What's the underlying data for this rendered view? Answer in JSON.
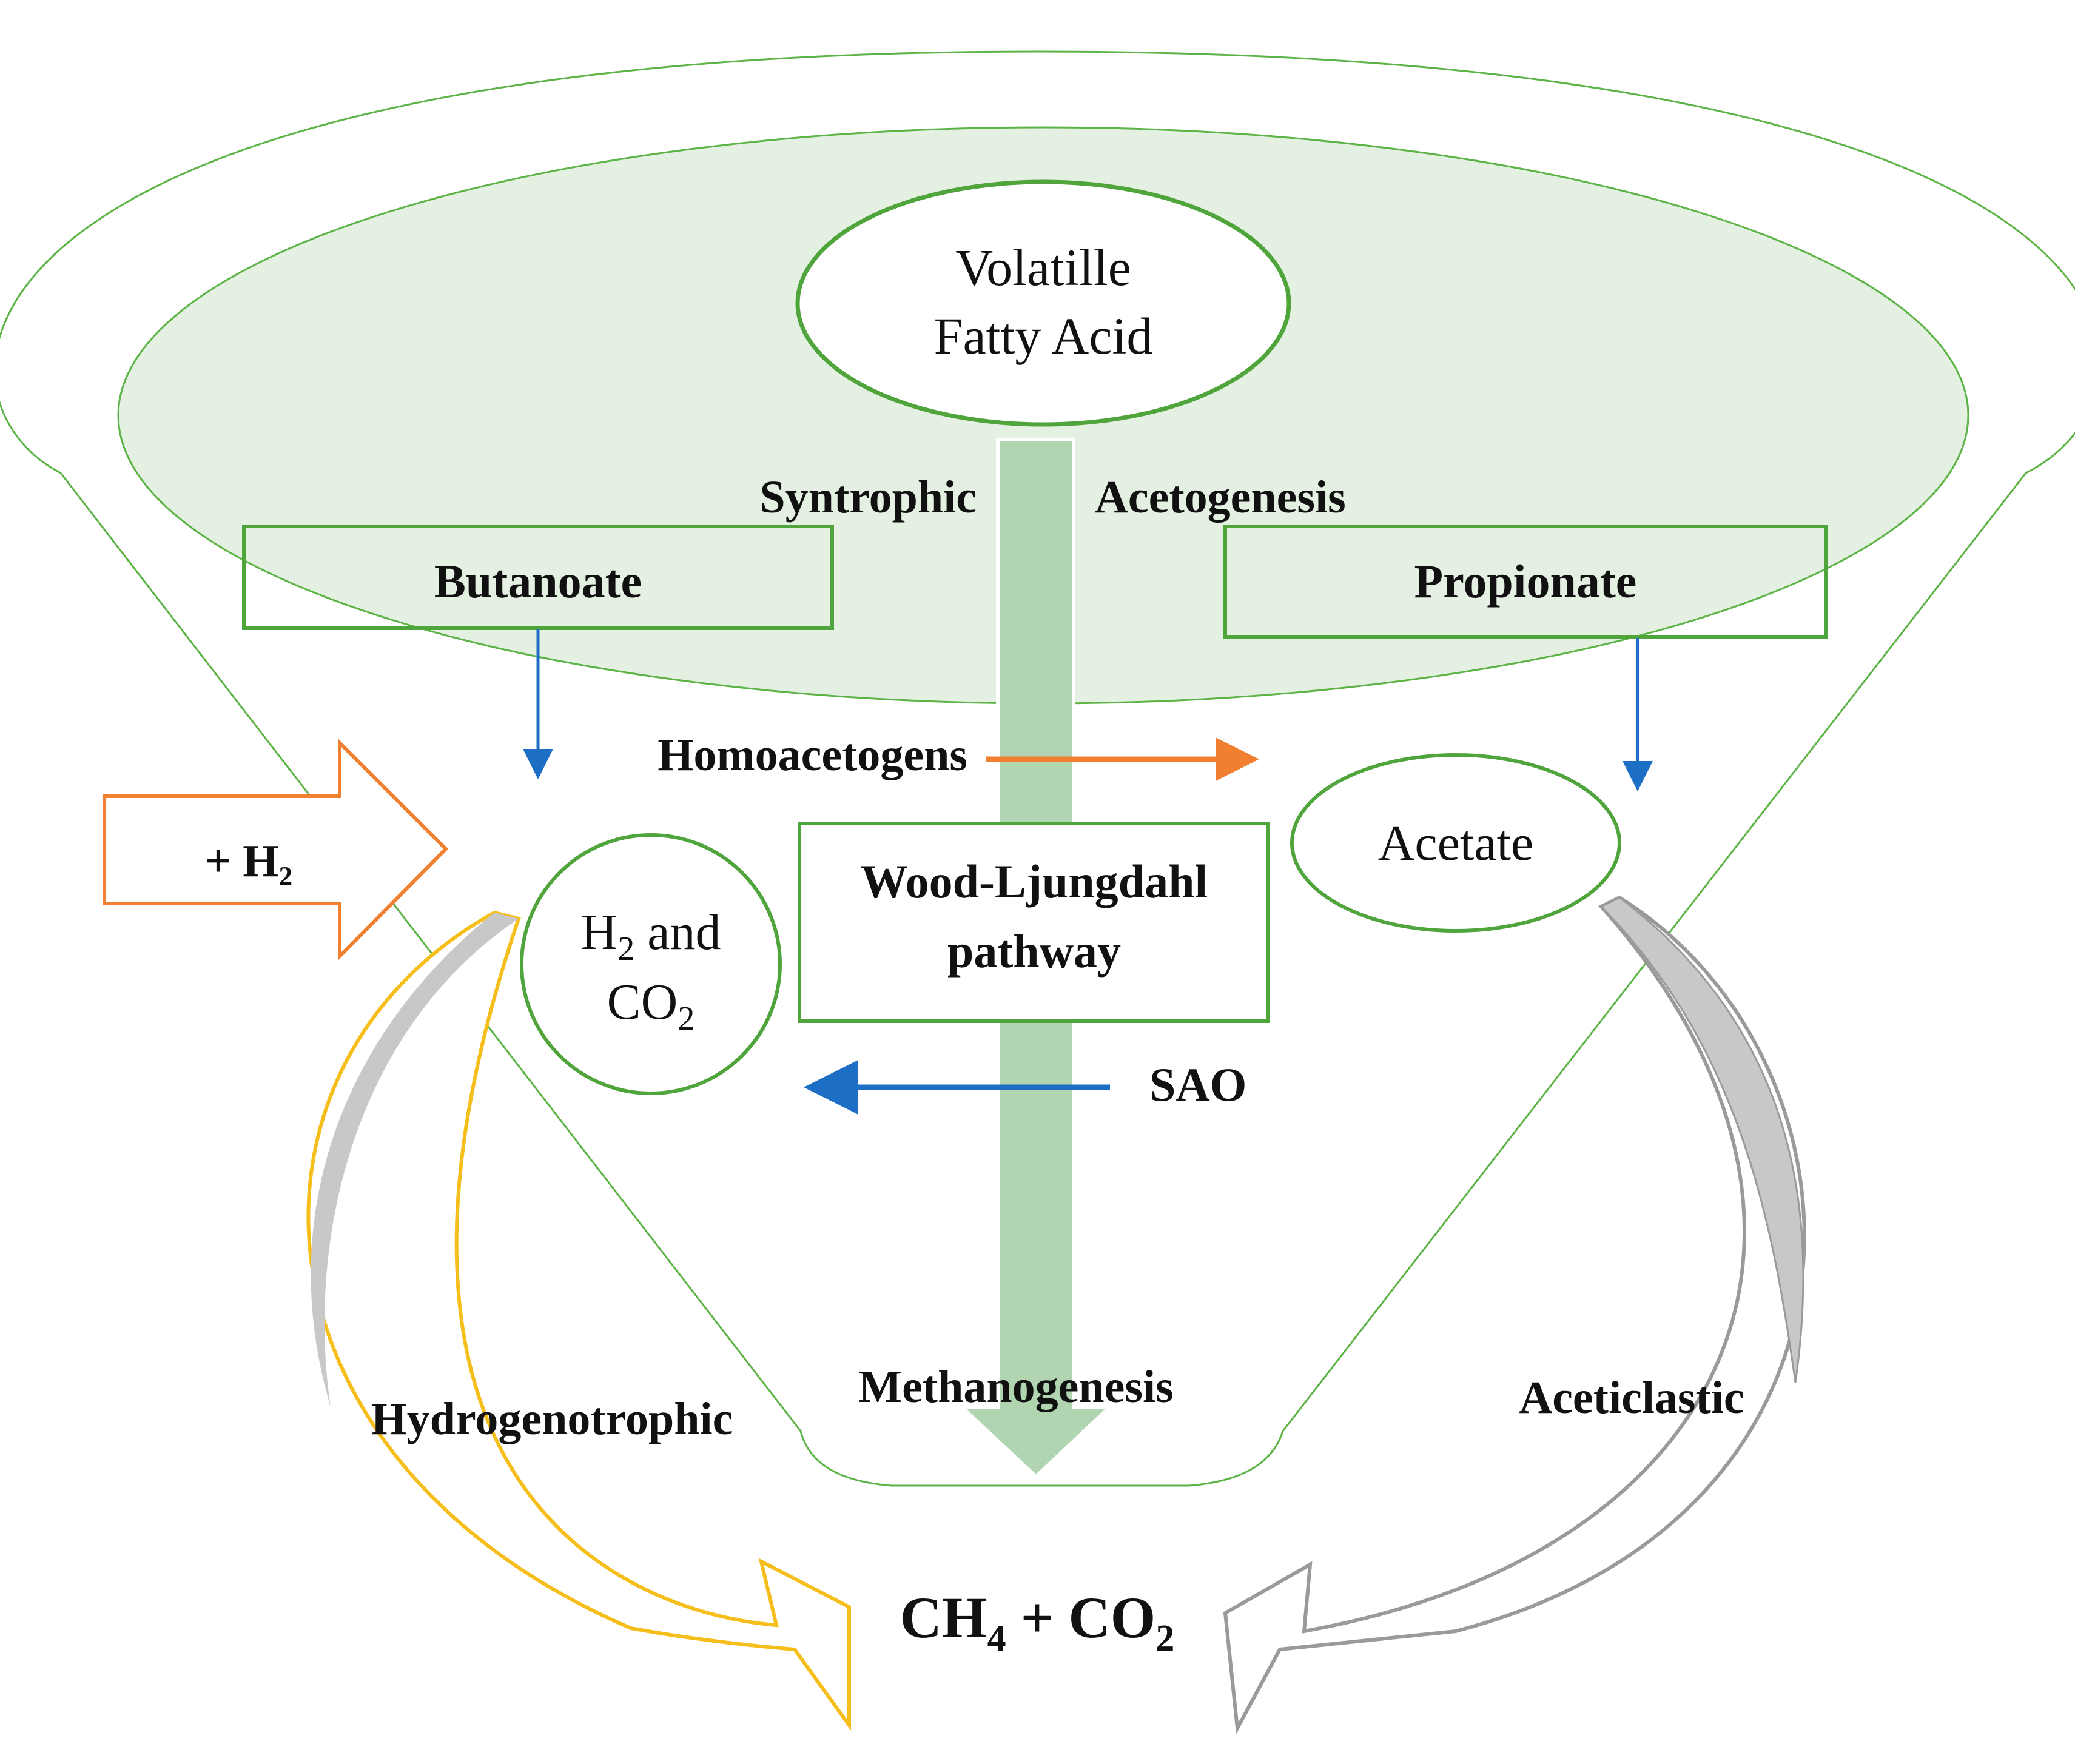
{
  "nodes": {
    "vfa_line1": "Volatille",
    "vfa_line2": "Fatty Acid",
    "butanoate": "Butanoate",
    "propionate": "Propionate",
    "acetate": "Acetate",
    "h2co2_h": "H",
    "h2co2_sub1": "2",
    "h2co2_and": " and",
    "h2co2_co": "CO",
    "h2co2_sub2": "2",
    "wood_line1": "Wood-Ljungdahl",
    "wood_line2": "pathway",
    "product_ch": "CH",
    "product_sub1": "4",
    "product_plus_co": " + CO",
    "product_sub2": "2"
  },
  "labels": {
    "syntrophic": "Syntrophic",
    "acetogenesis": "Acetogenesis",
    "homoacetogens": "Homoacetogens",
    "sao": "SAO",
    "methanogenesis": "Methanogenesis",
    "hydrogenotrophic": "Hydrogenotrophic",
    "aceticlastic": "Aceticlastic",
    "plus_h2": "+ H₂"
  },
  "colors": {
    "funnel_line": "#5cb346",
    "funnel_fill": "#e4f0e1",
    "box_stroke": "#4fa43c",
    "center_arrow": "#b0d5b0",
    "blue_arrow": "#1c6fc4",
    "orange_arrow": "#f08030",
    "yellow_arrow": "#f5be1b",
    "gray_arrow": "#c8c8c8",
    "gray_arrow_stroke": "#9a9a9a"
  }
}
